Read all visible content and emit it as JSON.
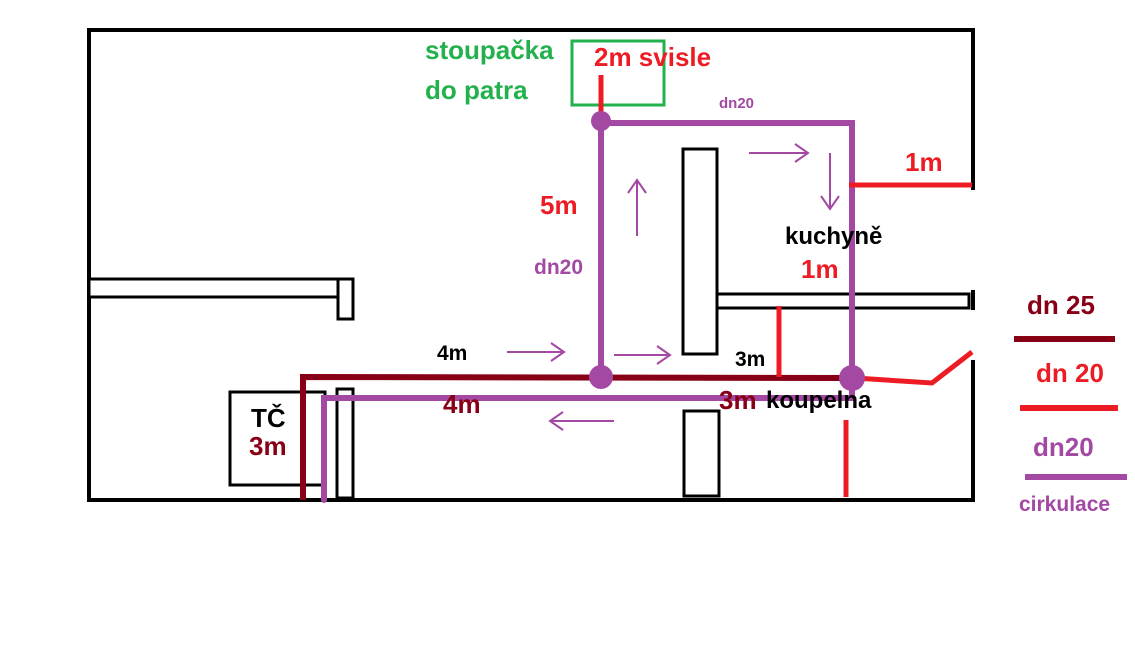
{
  "colors": {
    "wall": "#000000",
    "green": "#22b14c",
    "red": "#ed1c24",
    "darkred": "#880015",
    "purple": "#a349a4"
  },
  "labels": {
    "riser_line1": "stoupačka",
    "riser_line2": "do patra",
    "vertical_2m": "2m svisle",
    "dn20_top": "dn20",
    "kitchen_1m_right": "1m",
    "left_5m": "5m",
    "kitchen": "kuchyně",
    "kitchen_1m": "1m",
    "dn20_left": "dn20",
    "main_4m_black": "4m",
    "center_3m_black": "3m",
    "main_4m_darkred": "4m",
    "center_3m_darkred": "3m",
    "bathroom": "koupelna",
    "tc": "TČ",
    "tc_3m": "3m"
  },
  "legend": {
    "dn25": "dn 25",
    "dn20_red": "dn 20",
    "dn20_purple": "dn20",
    "circulation": "cirkulace"
  }
}
